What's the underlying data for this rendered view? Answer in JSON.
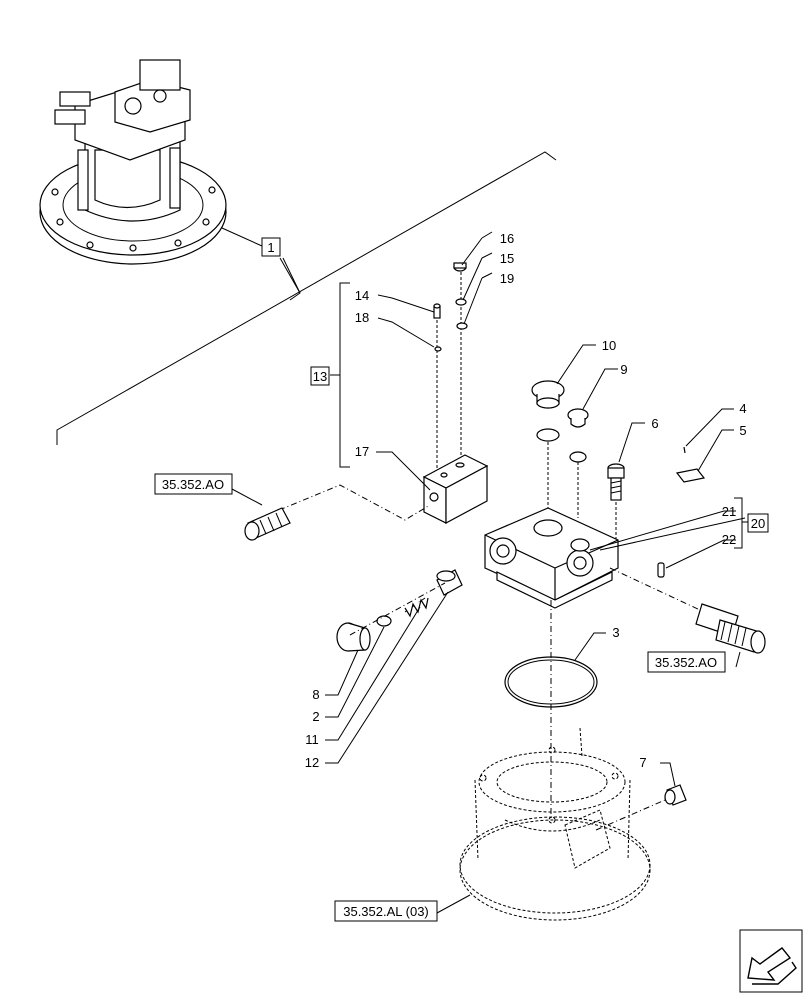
{
  "callouts": {
    "c1": "1",
    "c2": "2",
    "c3": "3",
    "c4": "4",
    "c5": "5",
    "c6": "6",
    "c7": "7",
    "c8": "8",
    "c9": "9",
    "c10": "10",
    "c11": "11",
    "c12": "12",
    "c13": "13",
    "c14": "14",
    "c15": "15",
    "c16": "16",
    "c17": "17",
    "c18": "18",
    "c19": "19",
    "c20": "20",
    "c21": "21",
    "c22": "22"
  },
  "references": {
    "ref_ao_left": "35.352.AO",
    "ref_ao_right": "35.352.AO",
    "ref_al": "35.352.AL (03)"
  },
  "icons": {
    "nav": "next-page-arrow-icon"
  }
}
